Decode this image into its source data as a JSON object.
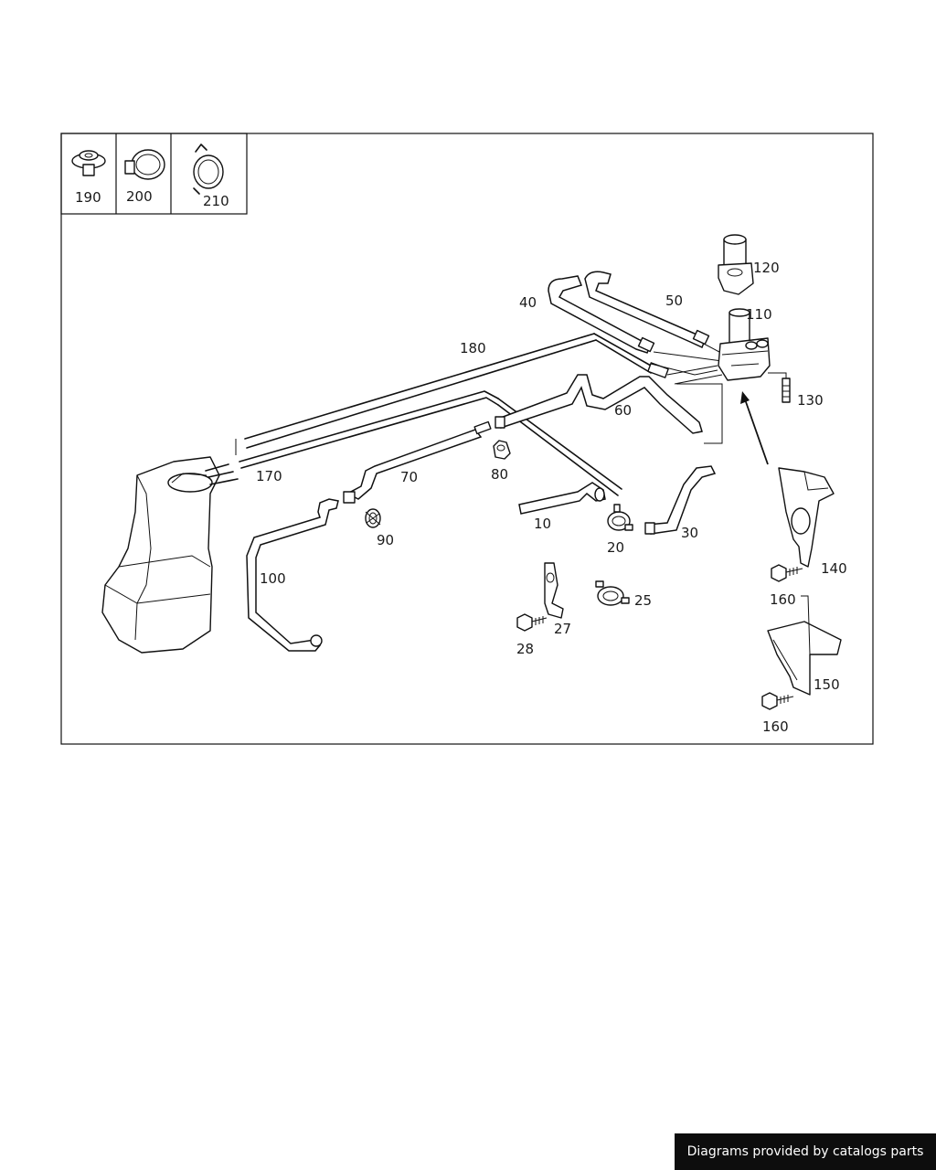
{
  "legend": {
    "items": [
      "190",
      "200",
      "210"
    ]
  },
  "callouts": {
    "p10": "10",
    "p20": "20",
    "p25": "25",
    "p27": "27",
    "p28": "28",
    "p30": "30",
    "p40": "40",
    "p50": "50",
    "p60": "60",
    "p70": "70",
    "p80": "80",
    "p90": "90",
    "p100": "100",
    "p110": "110",
    "p120": "120",
    "p130": "130",
    "p140": "140",
    "p150": "150",
    "p160a": "160",
    "p160b": "160",
    "p170": "170",
    "p180": "180"
  },
  "footer": {
    "text": "Diagrams provided by catalogs parts"
  },
  "colors": {
    "line": "#111111",
    "footer_bg": "#0d0d0d",
    "footer_text": "#ffffff"
  }
}
